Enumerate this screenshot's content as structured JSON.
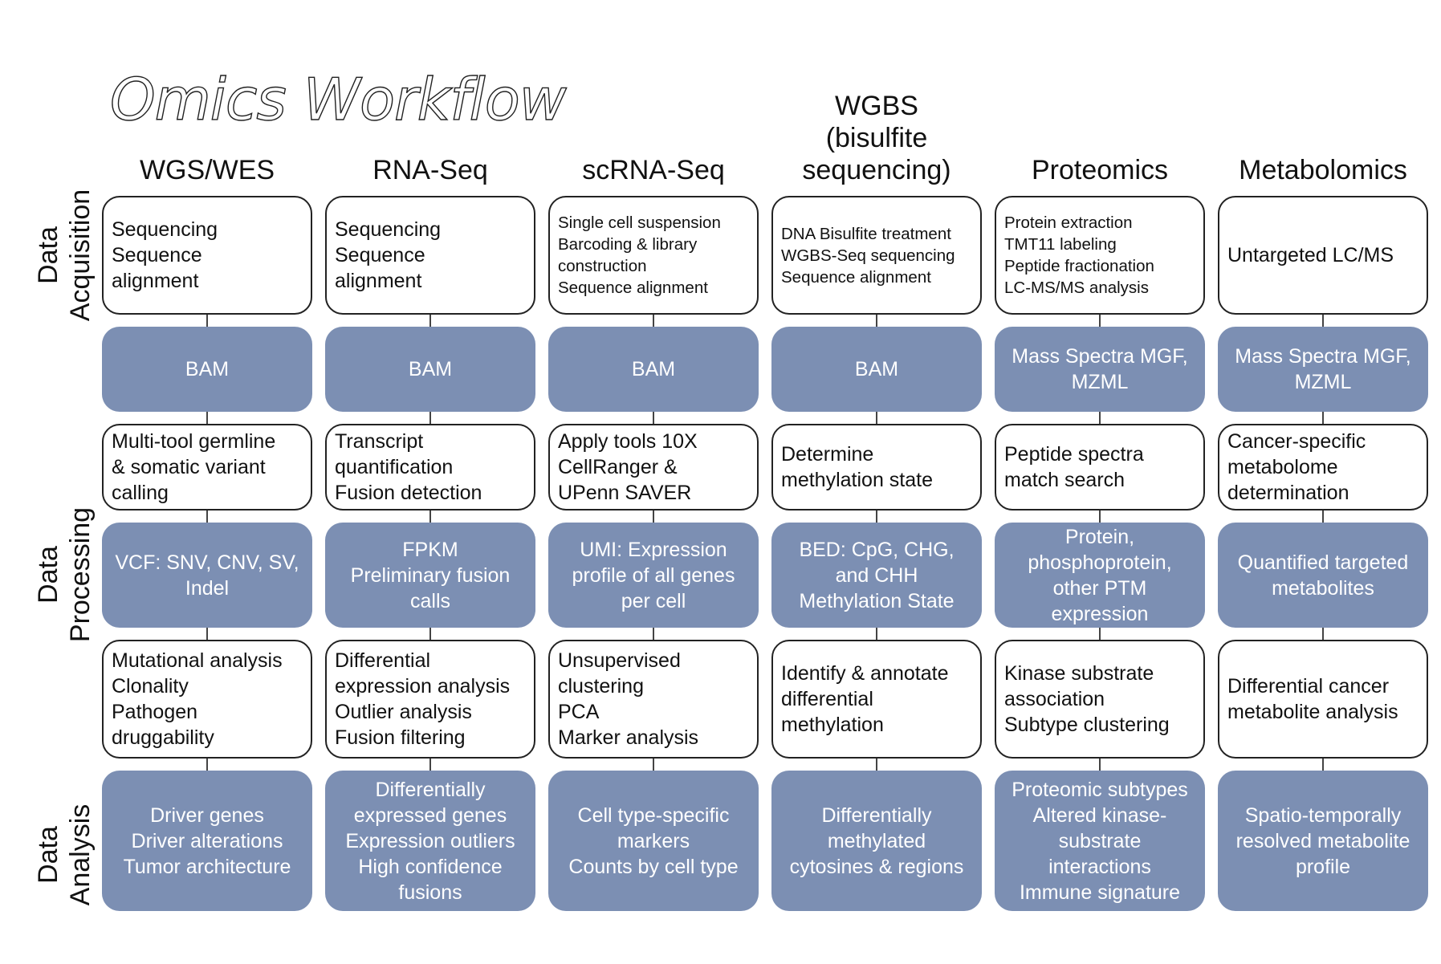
{
  "title": "Omics Workflow",
  "row_labels": [
    [
      "Data",
      "Acquisition"
    ],
    [
      "Data",
      "Processing"
    ],
    [
      "Data",
      "Analysis"
    ]
  ],
  "columns": [
    {
      "header": [
        "WGS/WES"
      ],
      "acquisition": [
        "Sequencing",
        "Sequence",
        "alignment"
      ],
      "acquisition_output": [
        "BAM"
      ],
      "processing": [
        "Multi-tool germline",
        "& somatic variant",
        "calling"
      ],
      "processing_output": [
        "VCF: SNV, CNV, SV,",
        "Indel"
      ],
      "analysis": [
        "Mutational analysis",
        "Clonality",
        "Pathogen",
        "druggability"
      ],
      "analysis_output": [
        "Driver genes",
        "Driver alterations",
        "Tumor architecture"
      ]
    },
    {
      "header": [
        "RNA-Seq"
      ],
      "acquisition": [
        "Sequencing",
        "Sequence",
        "alignment"
      ],
      "acquisition_output": [
        "BAM"
      ],
      "processing": [
        "Transcript",
        "quantification",
        "Fusion detection"
      ],
      "processing_output": [
        "FPKM",
        "Preliminary fusion",
        "calls"
      ],
      "analysis": [
        "Differential",
        "expression analysis",
        "Outlier analysis",
        "Fusion filtering"
      ],
      "analysis_output": [
        "Differentially",
        "expressed genes",
        "Expression outliers",
        "High confidence",
        "fusions"
      ]
    },
    {
      "header": [
        "scRNA-Seq"
      ],
      "acquisition": [
        "Single cell suspension",
        "Barcoding & library",
        "construction",
        "Sequence alignment"
      ],
      "acquisition_output": [
        "BAM"
      ],
      "processing": [
        "Apply tools 10X",
        "CellRanger &",
        "UPenn SAVER"
      ],
      "processing_output": [
        "UMI: Expression",
        "profile of all genes",
        "per cell"
      ],
      "analysis": [
        "Unsupervised",
        "clustering",
        "PCA",
        "Marker analysis"
      ],
      "analysis_output": [
        "Cell type-specific",
        "markers",
        "Counts by cell type"
      ]
    },
    {
      "header": [
        "WGBS",
        "(bisulfite",
        "sequencing)"
      ],
      "acquisition": [
        "DNA Bisulfite treatment",
        "WGBS-Seq sequencing",
        "Sequence alignment"
      ],
      "acquisition_output": [
        "BAM"
      ],
      "processing": [
        "Determine",
        "methylation state"
      ],
      "processing_output": [
        "BED: CpG, CHG,",
        "and CHH",
        "Methylation State"
      ],
      "analysis": [
        "Identify & annotate",
        "differential",
        "methylation"
      ],
      "analysis_output": [
        "Differentially",
        "methylated",
        "cytosines & regions"
      ]
    },
    {
      "header": [
        "Proteomics"
      ],
      "acquisition": [
        "Protein extraction",
        "TMT11 labeling",
        "Peptide fractionation",
        "LC-MS/MS analysis"
      ],
      "acquisition_output": [
        "Mass Spectra MGF,",
        "MZML"
      ],
      "processing": [
        "Peptide spectra",
        "match search"
      ],
      "processing_output": [
        "Protein,",
        "phosphoprotein,",
        "other PTM",
        "expression"
      ],
      "analysis": [
        "Kinase substrate",
        "association",
        "Subtype clustering"
      ],
      "analysis_output": [
        "Proteomic subtypes",
        "Altered kinase-",
        "substrate",
        "interactions",
        "Immune signature"
      ]
    },
    {
      "header": [
        "Metabolomics"
      ],
      "acquisition": [
        "Untargeted LC/MS"
      ],
      "acquisition_output": [
        "Mass Spectra MGF,",
        "MZML"
      ],
      "processing": [
        "Cancer-specific",
        "metabolome",
        "determination"
      ],
      "processing_output": [
        "Quantified targeted",
        "metabolites"
      ],
      "analysis": [
        "Differential cancer",
        "metabolite analysis"
      ],
      "analysis_output": [
        "Spatio-temporally",
        "resolved metabolite",
        "profile"
      ]
    }
  ],
  "colors": {
    "output_box": "#7c8fb3",
    "output_text": "#ffffff",
    "step_border": "#222222"
  }
}
